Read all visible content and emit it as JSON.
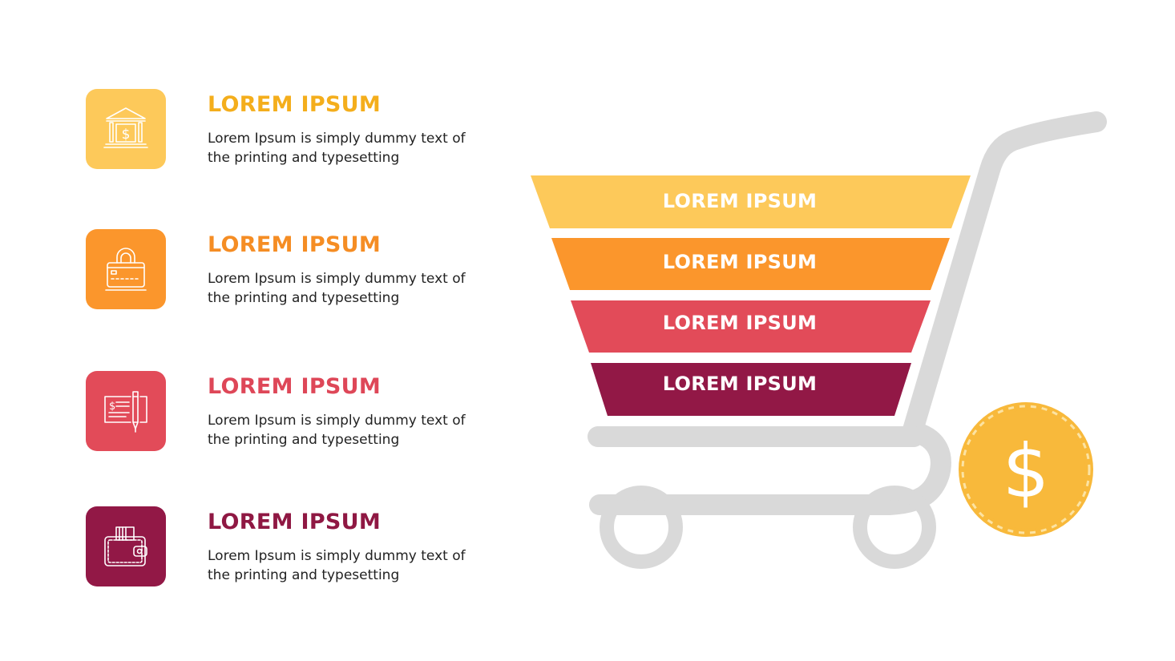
{
  "colors": {
    "yellow": "#FDC95A",
    "orange": "#FB962C",
    "red": "#E24B59",
    "maroon": "#921846",
    "cart_gray": "#D9D9D9",
    "coin": "#F8B93B",
    "title_yellow": "#F4AE1C",
    "title_orange": "#F58D24",
    "title_red": "#DE4758",
    "title_maroon": "#8F1843"
  },
  "items": [
    {
      "icon": "bank-icon",
      "title": "LOREM IPSUM",
      "description": "Lorem Ipsum is simply dummy text of the printing and typesetting"
    },
    {
      "icon": "card-lock-icon",
      "title": "LOREM IPSUM",
      "description": "Lorem Ipsum is simply dummy text of the printing and typesetting"
    },
    {
      "icon": "cheque-icon",
      "title": "LOREM IPSUM",
      "description": "Lorem Ipsum is simply dummy text of the printing and typesetting"
    },
    {
      "icon": "wallet-icon",
      "title": "LOREM IPSUM",
      "description": "Lorem Ipsum is simply dummy text of the printing and typesetting"
    }
  ],
  "funnel": {
    "bands": [
      {
        "label": "LOREM IPSUM"
      },
      {
        "label": "LOREM IPSUM"
      },
      {
        "label": "LOREM IPSUM"
      },
      {
        "label": "LOREM IPSUM"
      }
    ]
  },
  "coin": {
    "symbol": "$",
    "icon": "dollar-coin-icon"
  },
  "cart": {
    "icon": "shopping-cart-icon"
  }
}
